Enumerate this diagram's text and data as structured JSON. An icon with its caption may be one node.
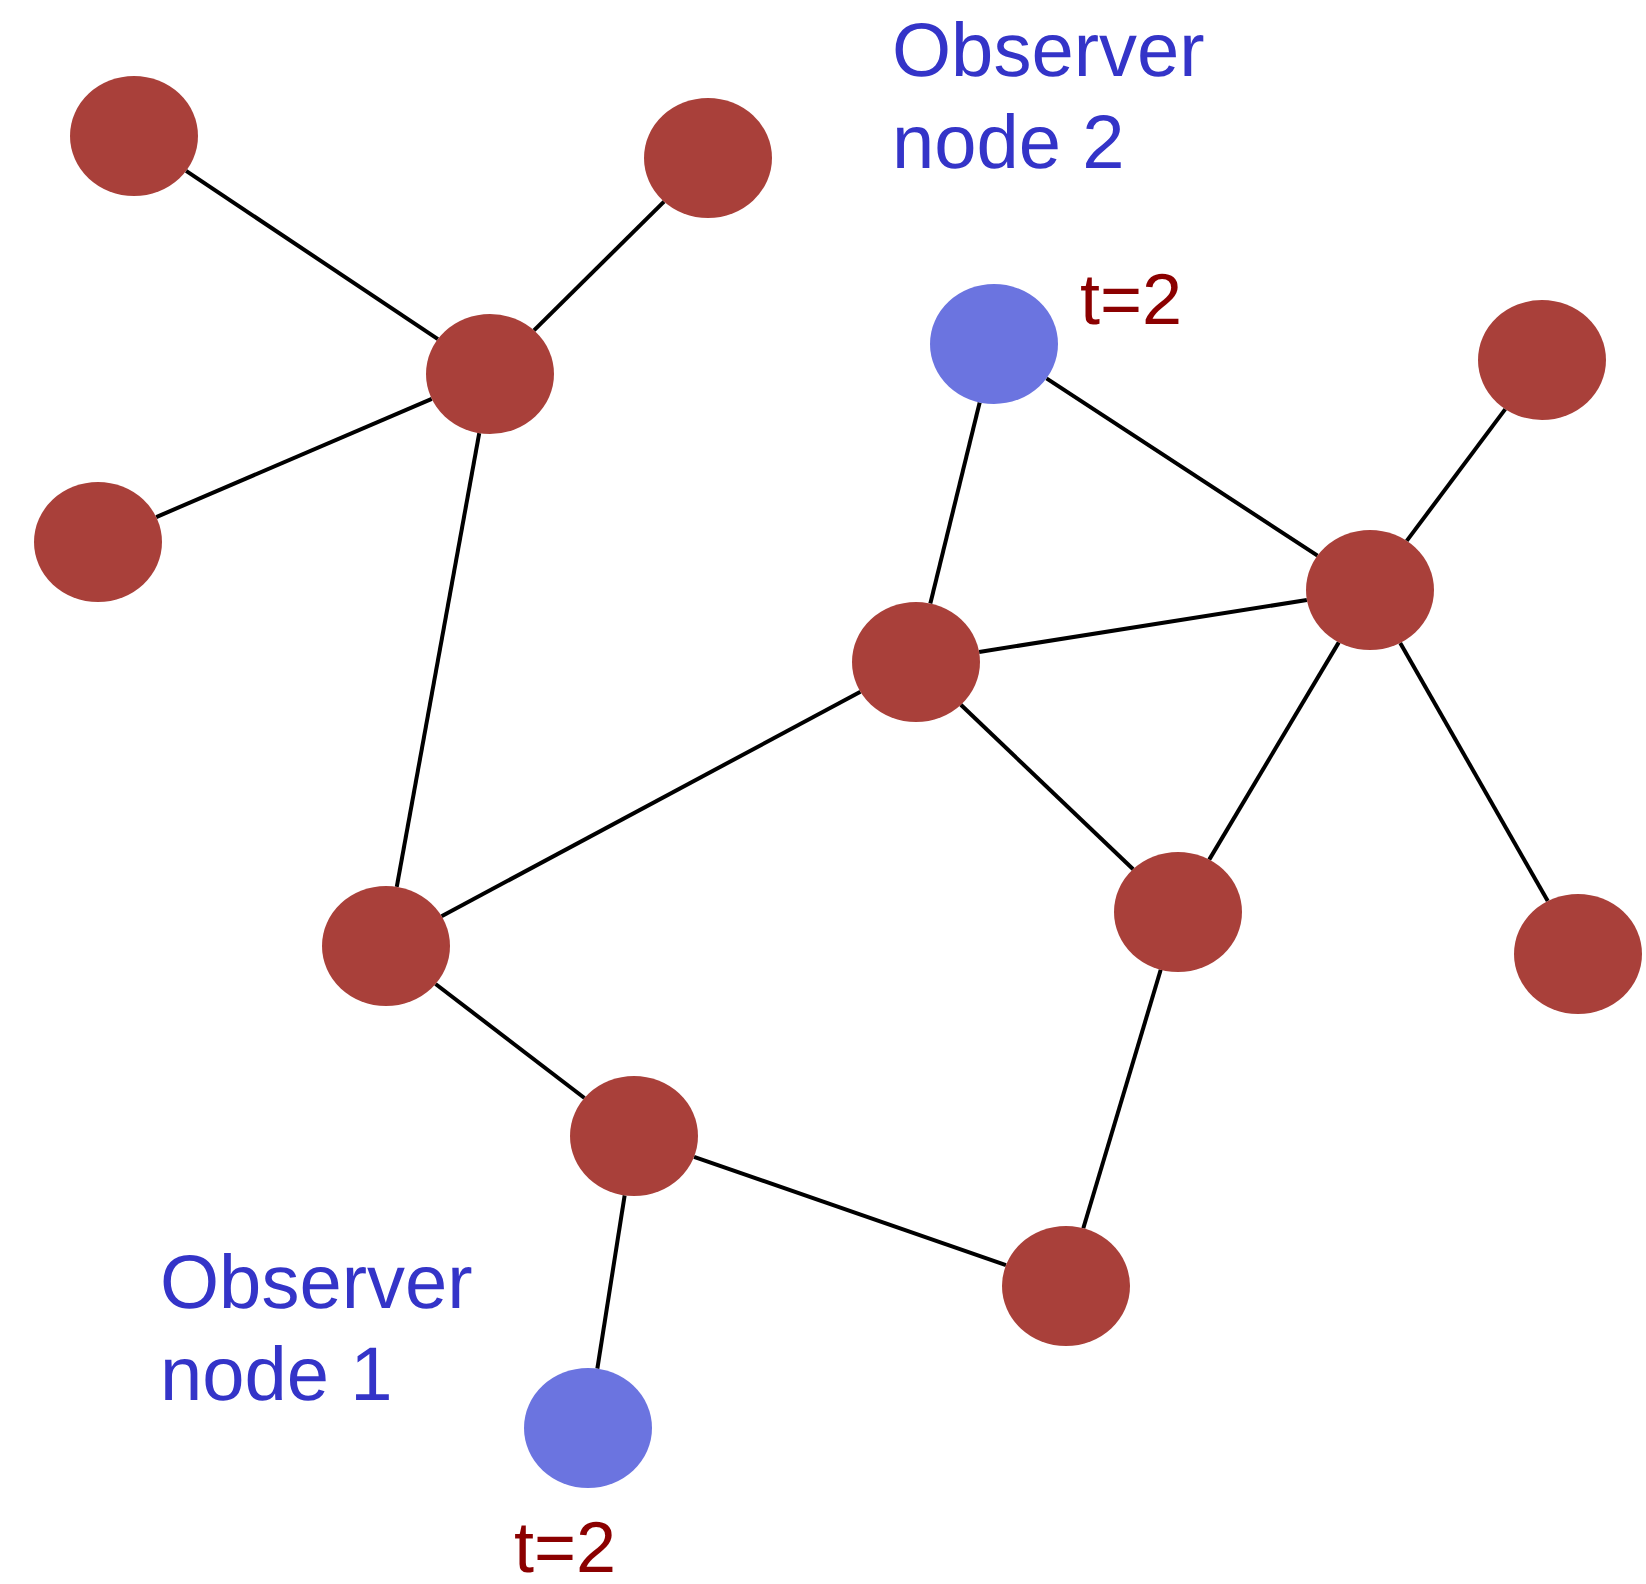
{
  "diagram": {
    "nodes": [
      {
        "text": [],
        "shape": "circle"
      },
      {
        "text": [],
        "shape": "circle"
      },
      {
        "text": [],
        "shape": "circle"
      },
      {
        "text": [],
        "shape": "circle"
      },
      {
        "text": [],
        "shape": "circle",
        "beside": [
          "Observer node 2",
          "t=2"
        ]
      },
      {
        "text": [],
        "shape": "circle"
      },
      {
        "text": [],
        "shape": "circle"
      },
      {
        "text": [],
        "shape": "circle"
      },
      {
        "text": [],
        "shape": "circle"
      },
      {
        "text": [],
        "shape": "circle"
      },
      {
        "text": [],
        "shape": "circle"
      },
      {
        "text": [],
        "shape": "circle"
      },
      {
        "text": [],
        "shape": "circle"
      },
      {
        "text": [],
        "shape": "circle",
        "beside": [
          "Observer node 1",
          "t=2"
        ]
      }
    ],
    "edges": [
      {
        "from": 0,
        "to": 2,
        "arrow": "none"
      },
      {
        "from": 1,
        "to": 2,
        "arrow": "none"
      },
      {
        "from": 3,
        "to": 2,
        "arrow": "none"
      },
      {
        "from": 2,
        "to": 8,
        "arrow": "none"
      },
      {
        "from": 4,
        "to": 7,
        "arrow": "none"
      },
      {
        "from": 4,
        "to": 6,
        "arrow": "none"
      },
      {
        "from": 5,
        "to": 6,
        "arrow": "none"
      },
      {
        "from": 7,
        "to": 6,
        "arrow": "none"
      },
      {
        "from": 7,
        "to": 8,
        "arrow": "none"
      },
      {
        "from": 7,
        "to": 9,
        "arrow": "none"
      },
      {
        "from": 6,
        "to": 9,
        "arrow": "none"
      },
      {
        "from": 6,
        "to": 10,
        "arrow": "none"
      },
      {
        "from": 8,
        "to": 11,
        "arrow": "none"
      },
      {
        "from": 11,
        "to": 12,
        "arrow": "none"
      },
      {
        "from": 9,
        "to": 12,
        "arrow": "none"
      },
      {
        "from": 11,
        "to": 13,
        "arrow": "none"
      }
    ]
  }
}
